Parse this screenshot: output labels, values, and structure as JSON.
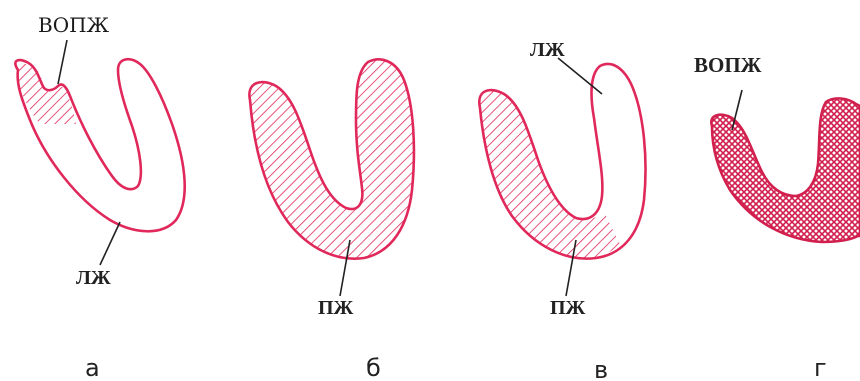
{
  "colors": {
    "outline": "#e0285a",
    "hatch": "#e0285a",
    "crosshatch": "#d2204e",
    "leader": "#222222"
  },
  "panels": [
    {
      "caption": "а",
      "labels": {
        "top": "ВОПЖ",
        "bottom": "ЛЖ"
      }
    },
    {
      "caption": "б",
      "labels": {
        "bottom": "ПЖ"
      }
    },
    {
      "caption": "в",
      "labels": {
        "top": "ЛЖ",
        "bottom": "ПЖ"
      }
    },
    {
      "caption": "г",
      "labels": {
        "top": "ВОПЖ"
      }
    }
  ]
}
